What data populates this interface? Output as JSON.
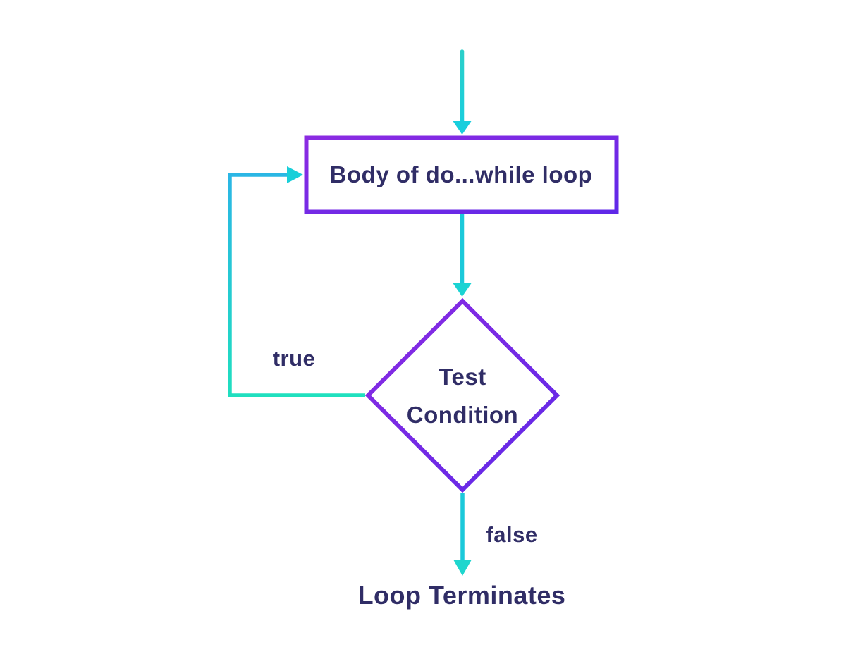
{
  "diagram": {
    "background": "#ffffff",
    "colors": {
      "shape_stroke_start": "#8B2BE2",
      "shape_stroke_end": "#5F28E8",
      "arrow_color": "#1BC9DA",
      "arrow_loop_start": "#2BB5E6",
      "arrow_loop_end": "#1FE0BE",
      "text": "#302D66"
    },
    "nodes": {
      "body": {
        "label": "Body of do...while loop"
      },
      "test": {
        "line1": "Test",
        "line2": "Condition"
      },
      "terminate": {
        "label": "Loop Terminates"
      }
    },
    "edges": {
      "true_branch": {
        "label": "true"
      },
      "false_branch": {
        "label": "false"
      }
    }
  }
}
